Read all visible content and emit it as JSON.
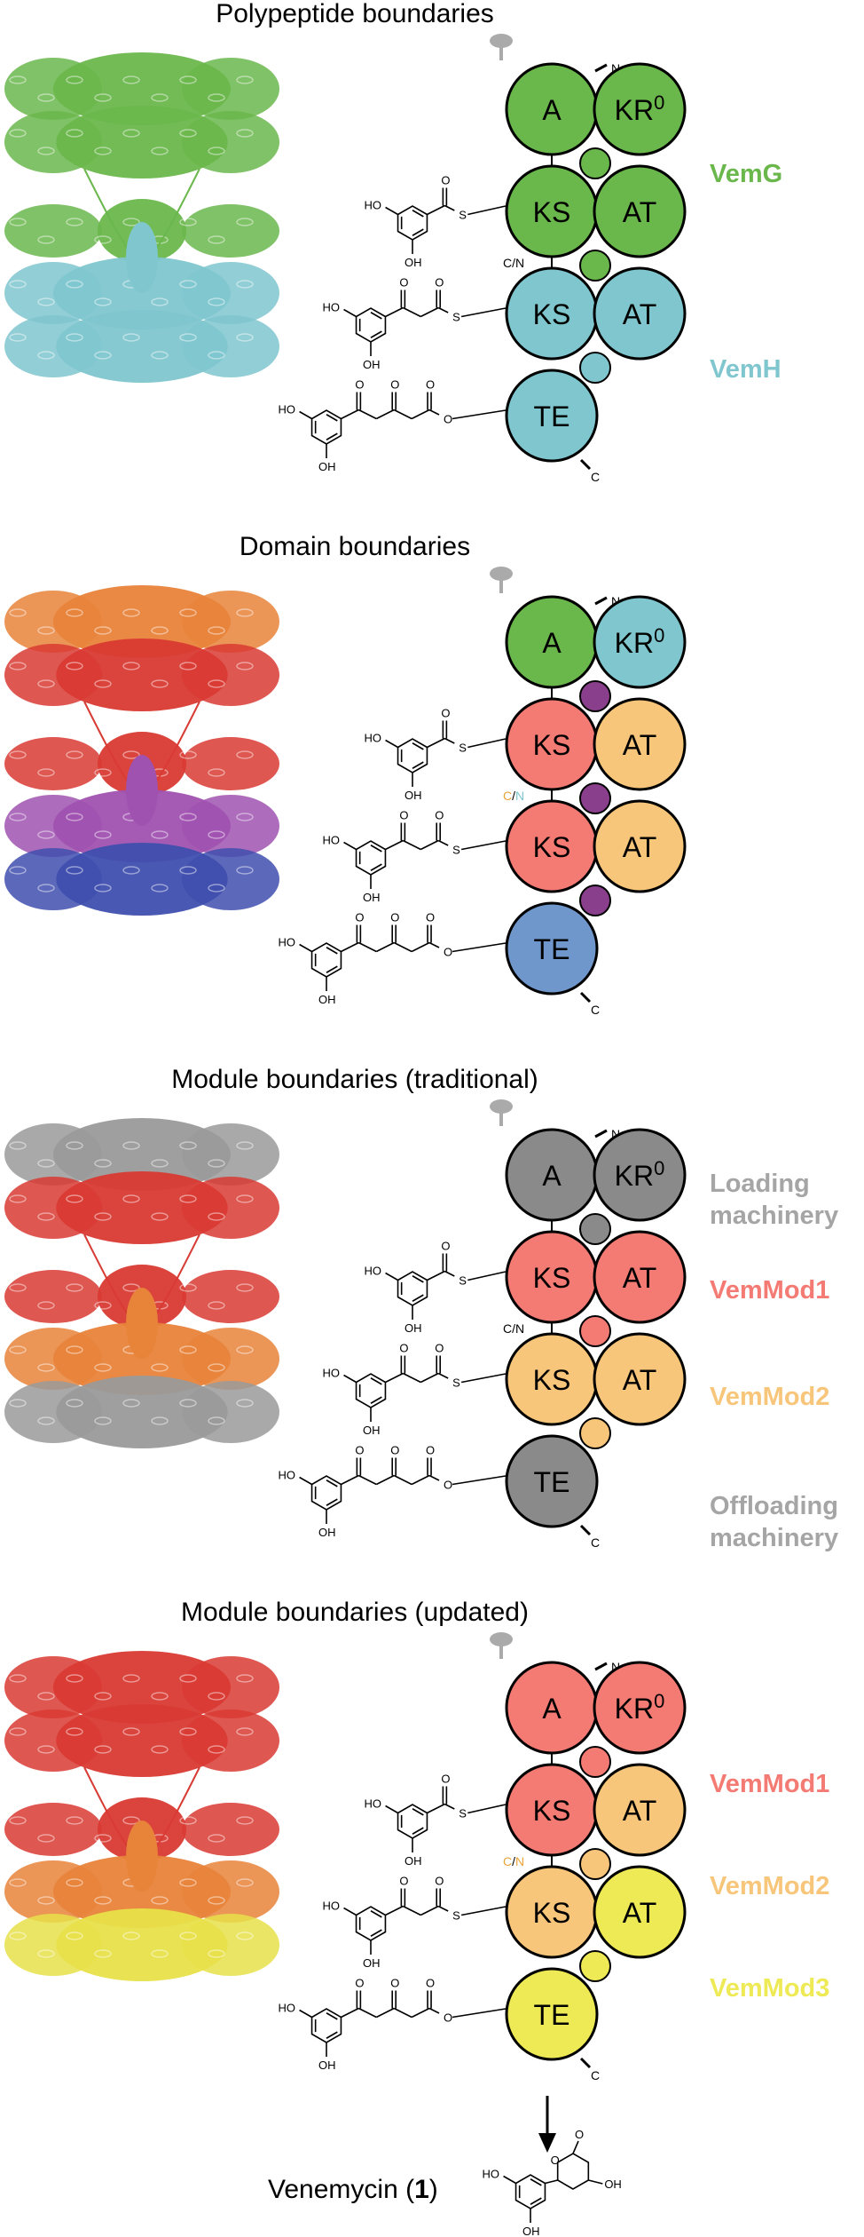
{
  "panels": [
    {
      "title": "Polypeptide boundaries",
      "n_terminus": "N",
      "c_terminus": "C",
      "junction": [
        {
          "text": "C/N",
          "color": "#000000"
        }
      ],
      "domains": [
        {
          "label": "A",
          "color": "#6ab74c"
        },
        {
          "label": "KR",
          "sup": "0",
          "color": "#6ab74c"
        },
        {
          "label": "KS",
          "color": "#6ab74c"
        },
        {
          "label": "AT",
          "color": "#6ab74c"
        },
        {
          "label": "KS",
          "color": "#7fc6cf"
        },
        {
          "label": "AT",
          "color": "#7fc6cf"
        },
        {
          "label": "TE",
          "color": "#7fc6cf"
        }
      ],
      "acp_colors": [
        "#6ab74c",
        "#6ab74c",
        "#7fc6cf"
      ],
      "labels": [
        {
          "text": "VemG",
          "color": "#6ab74c"
        },
        {
          "text": "VemH",
          "color": "#7fc6cf"
        }
      ],
      "protein_colors": [
        "#6ab74c",
        "#6ab74c",
        "#7fc6cf",
        "#7fc6cf"
      ]
    },
    {
      "title": "Domain boundaries",
      "n_terminus": "N",
      "c_terminus": "C",
      "junction": [
        {
          "text": "C",
          "color": "#e8a53a"
        },
        {
          "text": "/",
          "color": "#000000"
        },
        {
          "text": "N",
          "color": "#7fc6cf"
        }
      ],
      "domains": [
        {
          "label": "A",
          "color": "#6ab74c"
        },
        {
          "label": "KR",
          "sup": "0",
          "color": "#7fc6cf"
        },
        {
          "label": "KS",
          "color": "#f47b73"
        },
        {
          "label": "AT",
          "color": "#f8c67a"
        },
        {
          "label": "KS",
          "color": "#f47b73"
        },
        {
          "label": "AT",
          "color": "#f8c67a"
        },
        {
          "label": "TE",
          "color": "#6f97cc"
        }
      ],
      "acp_colors": [
        "#8a3f8c",
        "#8a3f8c",
        "#8a3f8c"
      ],
      "labels": [],
      "protein_colors": [
        "#e8833a",
        "#d93a33",
        "#a052b0",
        "#3f4fae"
      ]
    },
    {
      "title": "Module boundaries (traditional)",
      "n_terminus": "N",
      "c_terminus": "C",
      "junction": [
        {
          "text": "C/N",
          "color": "#000000"
        }
      ],
      "domains": [
        {
          "label": "A",
          "color": "#8a8a8a"
        },
        {
          "label": "KR",
          "sup": "0",
          "color": "#8a8a8a"
        },
        {
          "label": "KS",
          "color": "#f47b73"
        },
        {
          "label": "AT",
          "color": "#f47b73"
        },
        {
          "label": "KS",
          "color": "#f8c67a"
        },
        {
          "label": "AT",
          "color": "#f8c67a"
        },
        {
          "label": "TE",
          "color": "#8a8a8a"
        }
      ],
      "acp_colors": [
        "#8a8a8a",
        "#f47b73",
        "#f8c67a"
      ],
      "labels": [
        {
          "lines": [
            "Loading",
            "machinery"
          ],
          "color": "#a5a5a5"
        },
        {
          "lines": [
            "VemMod1"
          ],
          "color": "#f47b73"
        },
        {
          "lines": [
            "VemMod2"
          ],
          "color": "#f8c67a"
        },
        {
          "lines": [
            "Offloading",
            "machinery"
          ],
          "color": "#a5a5a5"
        }
      ],
      "protein_colors": [
        "#9a9a9a",
        "#d93a33",
        "#e8833a",
        "#9a9a9a"
      ]
    },
    {
      "title": "Module boundaries (updated)",
      "n_terminus": "N",
      "c_terminus": "C",
      "junction": [
        {
          "text": "C",
          "color": "#e8a53a"
        },
        {
          "text": "/",
          "color": "#000000"
        },
        {
          "text": "N",
          "color": "#e8a53a"
        }
      ],
      "domains": [
        {
          "label": "A",
          "color": "#f47b73"
        },
        {
          "label": "KR",
          "sup": "0",
          "color": "#f47b73"
        },
        {
          "label": "KS",
          "color": "#f47b73"
        },
        {
          "label": "AT",
          "color": "#f8c67a"
        },
        {
          "label": "KS",
          "color": "#f8c67a"
        },
        {
          "label": "AT",
          "color": "#eeea55"
        },
        {
          "label": "TE",
          "color": "#eeea55"
        }
      ],
      "acp_colors": [
        "#f47b73",
        "#f8c67a",
        "#eeea55"
      ],
      "labels": [
        {
          "text": "VemMod1",
          "color": "#f47b73"
        },
        {
          "text": "VemMod2",
          "color": "#f8c67a"
        },
        {
          "text": "VemMod3",
          "color": "#eeea55"
        }
      ],
      "protein_colors": [
        "#d93a33",
        "#d93a33",
        "#e8833a",
        "#e8e04a"
      ]
    }
  ],
  "chem": {
    "HO": "HO",
    "OH": "OH",
    "O": "O",
    "S": "S"
  },
  "product": {
    "name_prefix": "Venemycin (",
    "name_bold": "1",
    "name_suffix": ")"
  }
}
